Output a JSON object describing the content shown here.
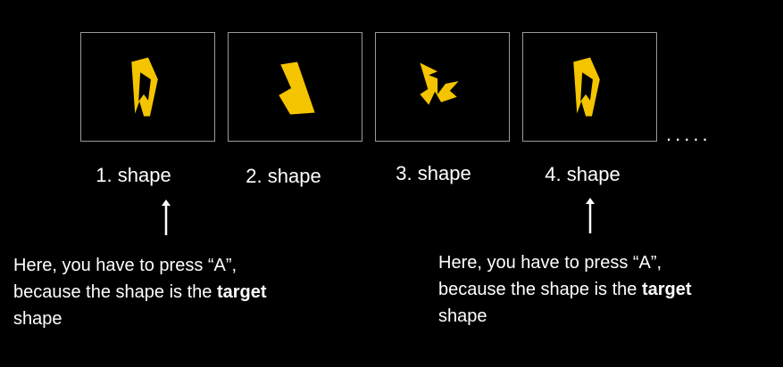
{
  "colors": {
    "background": "#000000",
    "shape_fill": "#f5c400",
    "frame_border": "#9a9a9a",
    "text": "#ffffff"
  },
  "stimuli": [
    {
      "caption": "1. shape",
      "shape": "target-shape"
    },
    {
      "caption": "2. shape",
      "shape": "distractor-shape"
    },
    {
      "caption": "3. shape",
      "shape": "distractor-shape-jagged"
    },
    {
      "caption": "4. shape",
      "shape": "target-shape"
    }
  ],
  "continuation": ".....",
  "notes": [
    {
      "line1": "Here, you have to press “A”,",
      "line2_prefix": "because the shape is the ",
      "line2_bold": "target",
      "line3": "shape"
    },
    {
      "line1": "Here, you have to press “A”,",
      "line2_prefix": "because the shape is the ",
      "line2_bold": "target",
      "line3": "shape"
    }
  ]
}
